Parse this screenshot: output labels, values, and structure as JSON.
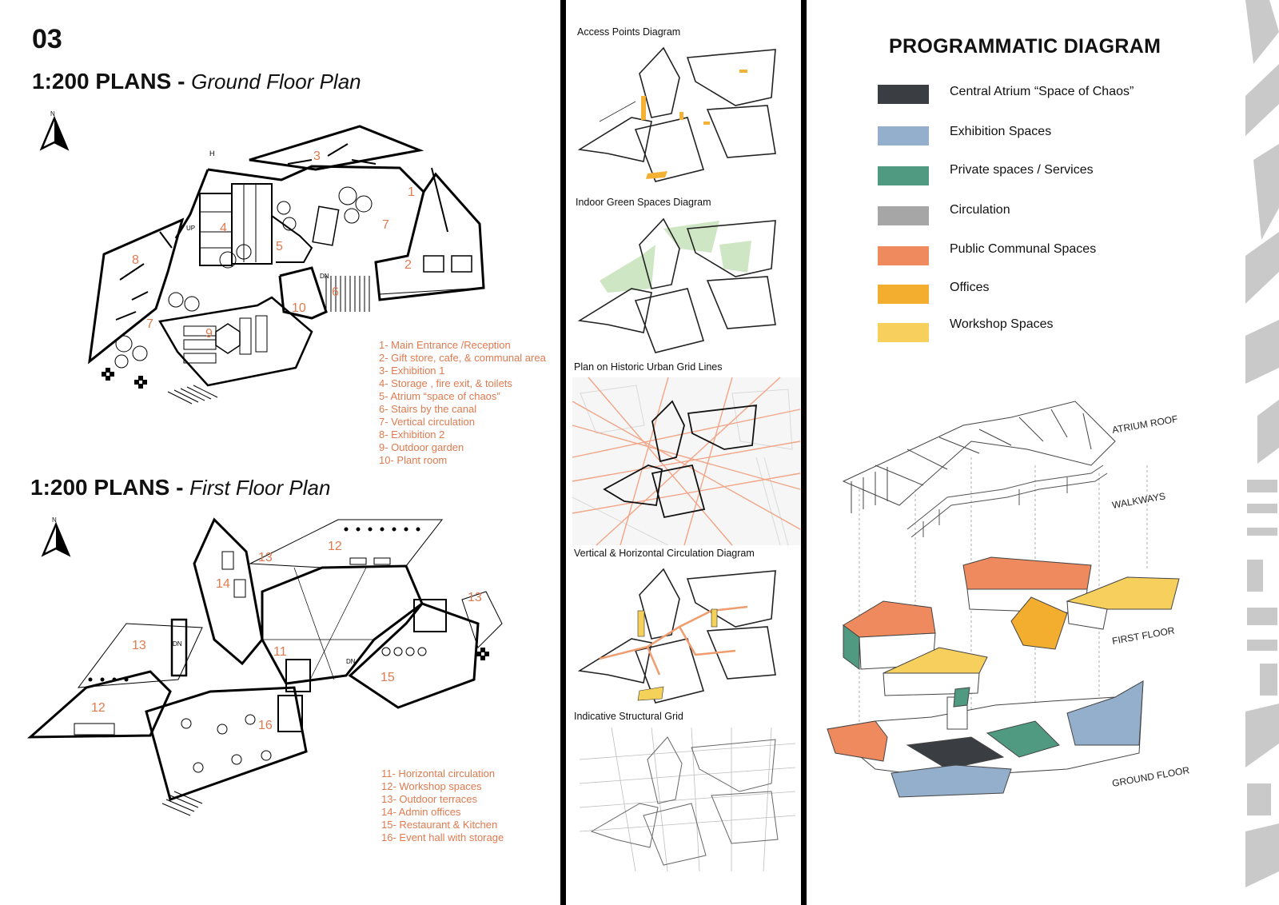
{
  "left": {
    "page_number": "03",
    "ground_title_bold": "1:200 PLANS - ",
    "ground_title_italic": "Ground Floor Plan",
    "first_title_bold": "1:200 PLANS - ",
    "first_title_italic": "First Floor Plan",
    "north_label": "N",
    "ground_rooms": [
      "1",
      "2",
      "3",
      "4",
      "5",
      "6",
      "7",
      "7",
      "8",
      "9",
      "10"
    ],
    "ground_legend": [
      "1- Main Entrance /Reception",
      "2- Gift store, cafe, & communal area",
      "3- Exhibition 1",
      "4- Storage , fire exit, & toilets",
      "5- Atrium “space of chaos”",
      "6- Stairs by the canal",
      "7- Vertical circulation",
      "8- Exhibition 2",
      "9- Outdoor garden",
      "10- Plant room"
    ],
    "first_rooms": [
      "11",
      "12",
      "12",
      "13",
      "13",
      "13",
      "14",
      "15",
      "16"
    ],
    "first_legend": [
      "11- Horizontal circulation",
      "12- Workshop spaces",
      "13- Outdoor terraces",
      "14- Admin offices",
      "15- Restaurant & Kitchen",
      "16- Event hall with storage"
    ],
    "plan_marks": {
      "up": "UP",
      "dn": "DN",
      "h": "H"
    }
  },
  "middle": {
    "diagrams": [
      {
        "label": "Access Points Diagram"
      },
      {
        "label": "Indoor Green Spaces Diagram"
      },
      {
        "label": "Plan on Historic Urban Grid Lines"
      },
      {
        "label": "Vertical & Horizontal Circulation Diagram"
      },
      {
        "label": "Indicative Structural Grid"
      }
    ]
  },
  "right": {
    "title": "PROGRAMMATIC DIAGRAM",
    "legend": [
      {
        "label": "Central Atrium “Space of Chaos”",
        "color": "#3a3d42"
      },
      {
        "label": "Exhibition Spaces",
        "color": "#93afcc"
      },
      {
        "label": "Private spaces / Services",
        "color": "#4f9a80"
      },
      {
        "label": "Circulation",
        "color": "#a6a6a6"
      },
      {
        "label": "Public Communal Spaces",
        "color": "#ef8a5e"
      },
      {
        "label": "Offices",
        "color": "#f3ae2f"
      },
      {
        "label": "Workshop Spaces",
        "color": "#f6cf5c"
      }
    ],
    "axo_labels": {
      "roof": "ATRIUM ROOF",
      "walkways": "WALKWAYS",
      "first": "FIRST FLOOR",
      "ground": "GROUND FLOOR"
    }
  }
}
